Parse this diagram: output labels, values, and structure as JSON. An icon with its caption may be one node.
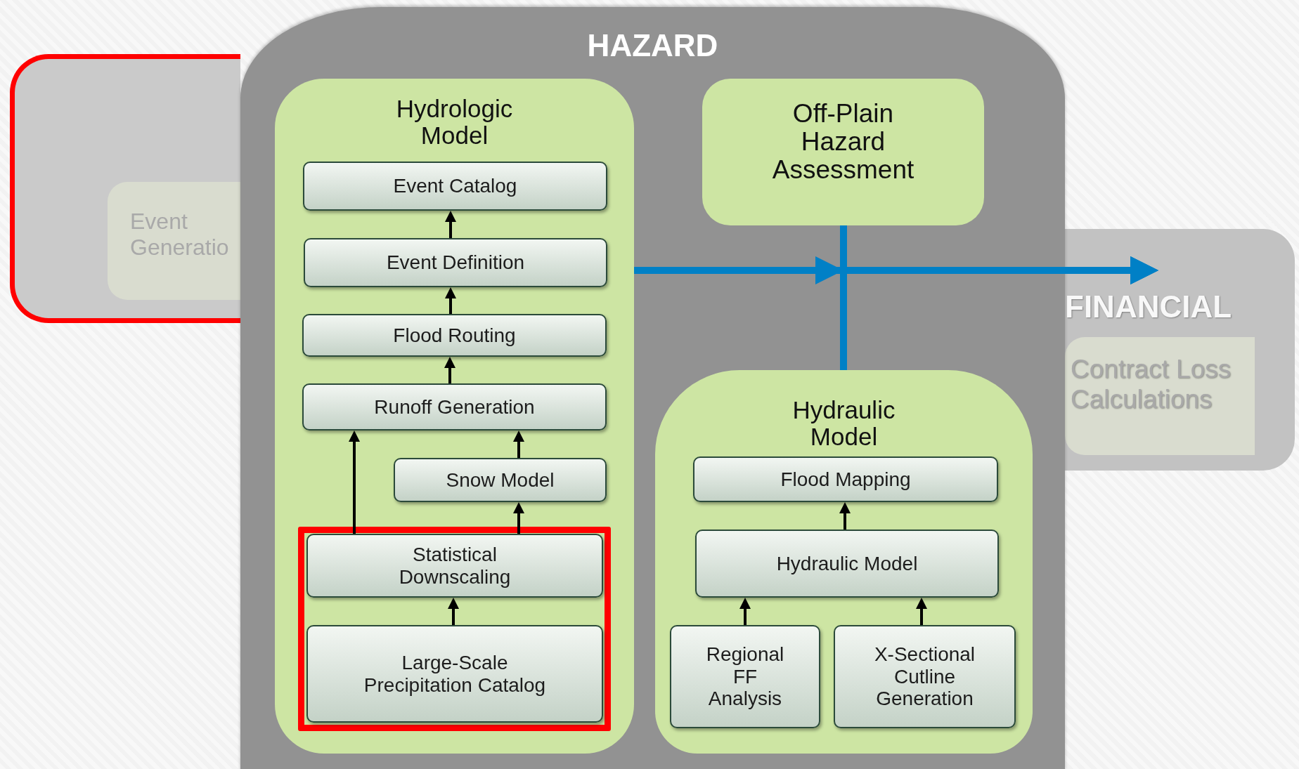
{
  "diagram": {
    "nodes": [
      {
        "text": [],
        "shape": "box"
      },
      {
        "text": [
          "Event Generatio"
        ],
        "in": 0
      },
      {
        "text": [
          "HAZARD"
        ]
      },
      {
        "text": [
          "Hydrologic Model"
        ],
        "in": 2
      },
      {
        "text": [
          "Event Catalog"
        ],
        "in": 3
      },
      {
        "text": [
          "Event Definition"
        ],
        "in": 3
      },
      {
        "text": [
          "Flood Routing"
        ],
        "in": 3
      },
      {
        "text": [
          "Runoff Generation"
        ],
        "in": 3
      },
      {
        "text": [
          "Snow Model"
        ],
        "in": 3
      },
      {
        "text": [],
        "shape": "box",
        "in": 3
      },
      {
        "text": [
          "Statistical Downscaling"
        ],
        "in": 9
      },
      {
        "text": [
          "Large-Scale Precipitation Catalog"
        ],
        "in": 9
      },
      {
        "text": [
          "Off-Plain Hazard Assessment"
        ],
        "in": 2
      },
      {
        "text": [
          "Hydraulic Model"
        ],
        "in": 2
      },
      {
        "text": [
          "Flood Mapping"
        ],
        "in": 13
      },
      {
        "text": [
          "Hydraulic Model"
        ],
        "in": 13
      },
      {
        "text": [
          "Regional FF Analysis"
        ],
        "in": 13
      },
      {
        "text": [
          "X-Sectional Cutline Generation"
        ],
        "in": 13
      },
      {
        "text": [
          "FINANCIAL"
        ]
      },
      {
        "text": [
          "Contract Loss Calculations"
        ],
        "in": 18
      }
    ],
    "edges": [
      {
        "from": 5,
        "to": 4,
        "arrow": "to"
      },
      {
        "from": 6,
        "to": 5,
        "arrow": "to"
      },
      {
        "from": 7,
        "to": 6,
        "arrow": "to"
      },
      {
        "from": 8,
        "to": 7,
        "arrow": "to"
      },
      {
        "from": 10,
        "to": 7,
        "arrow": "to"
      },
      {
        "from": 10,
        "to": 8,
        "arrow": "to"
      },
      {
        "from": 11,
        "to": 10,
        "arrow": "to"
      },
      {
        "from": 15,
        "to": 14,
        "arrow": "to"
      },
      {
        "from": 16,
        "to": 15,
        "arrow": "to"
      },
      {
        "from": 17,
        "to": 15,
        "arrow": "to"
      },
      {
        "from": 3,
        "to": 18,
        "arrow": "to",
        "style": "thick",
        "color": "#0080c6"
      },
      {
        "from": 12,
        "to": 18,
        "arrow": "to",
        "style": "thick",
        "color": "#0080c6"
      },
      {
        "from": 13,
        "to": 18,
        "arrow": "to",
        "style": "thick",
        "color": "#0080c6"
      }
    ]
  }
}
